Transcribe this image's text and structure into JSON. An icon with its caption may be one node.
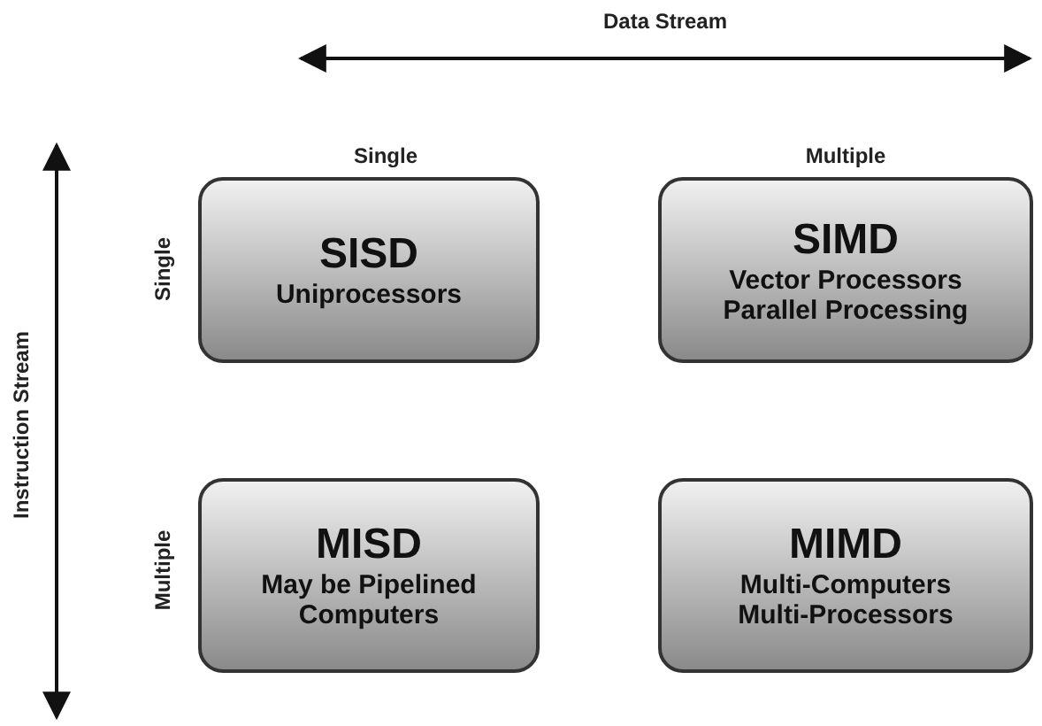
{
  "diagram": {
    "nodes": [
      {
        "text": [
          "SISD",
          "Uniprocessors"
        ]
      },
      {
        "text": [
          "SIMD",
          "Vector Processors",
          "Parallel Processing"
        ]
      },
      {
        "text": [
          "MISD",
          "May be Pipelined Computers"
        ]
      },
      {
        "text": [
          "MIMD",
          "Multi-Computers",
          "Multi-Processors"
        ]
      }
    ],
    "labels": [
      "Data Stream",
      "Single",
      "Multiple",
      "Instruction Stream",
      "Single",
      "Multiple"
    ]
  }
}
